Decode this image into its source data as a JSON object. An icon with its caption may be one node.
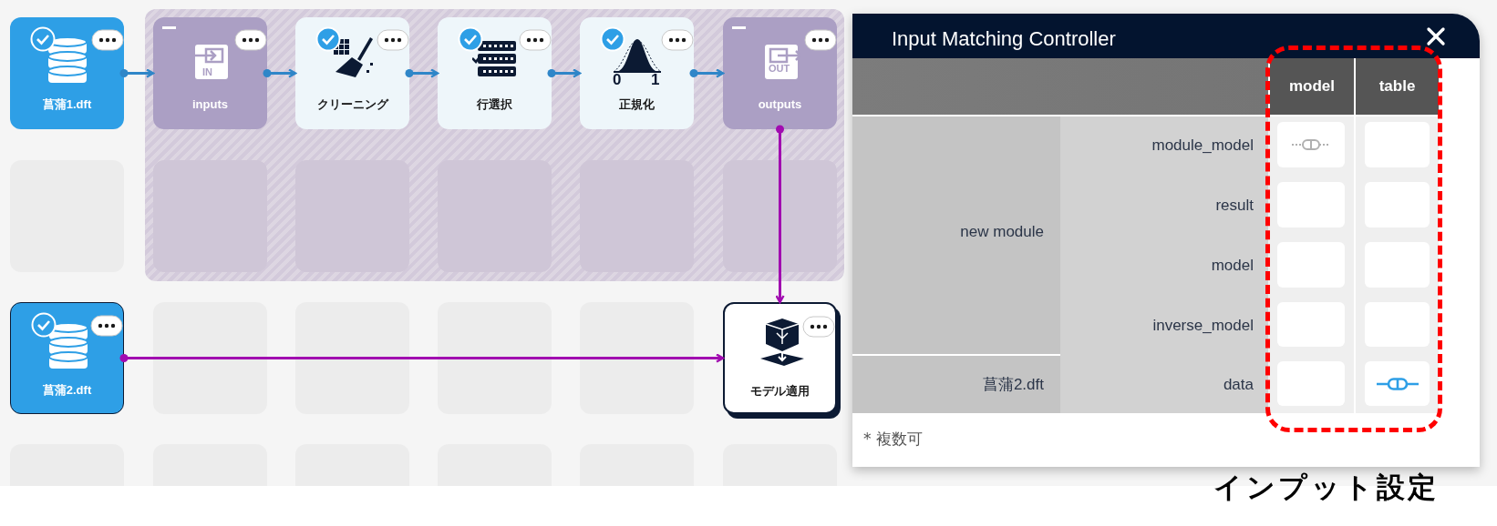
{
  "diagram": {
    "nodes": [
      {
        "text": [
          "菖蒲1.dft"
        ]
      },
      {
        "text": [],
        "shape": "box"
      },
      {
        "text": [
          "inputs"
        ],
        "in": 1
      },
      {
        "text": [
          "クリーニング"
        ],
        "in": 1
      },
      {
        "text": [
          "行選択"
        ],
        "in": 1
      },
      {
        "text": [
          "正規化"
        ],
        "in": 1
      },
      {
        "text": [
          "outputs"
        ],
        "in": 1
      },
      {
        "text": [
          "菖蒲2.dft"
        ]
      },
      {
        "text": [
          "モデル適用"
        ]
      },
      {
        "text": [
          "インプット設定"
        ]
      }
    ],
    "edges": [
      {
        "from": 0,
        "to": 2,
        "arrow": "to"
      },
      {
        "from": 2,
        "to": 3,
        "arrow": "to"
      },
      {
        "from": 3,
        "to": 4,
        "arrow": "to"
      },
      {
        "from": 4,
        "to": 5,
        "arrow": "to"
      },
      {
        "from": 5,
        "to": 6,
        "arrow": "to"
      },
      {
        "from": 6,
        "to": 8,
        "arrow": "to",
        "color": "#a10cb0"
      },
      {
        "from": 7,
        "to": 8,
        "arrow": "to",
        "color": "#a10cb0"
      }
    ],
    "labels": [
      "IN",
      "OUT",
      "0",
      "1",
      "Input Matching Controller",
      "model",
      "table",
      "new module",
      "module_model",
      "result",
      "model",
      "inverse_model",
      "菖蒲2.dft",
      "data",
      "* 複数可"
    ]
  }
}
